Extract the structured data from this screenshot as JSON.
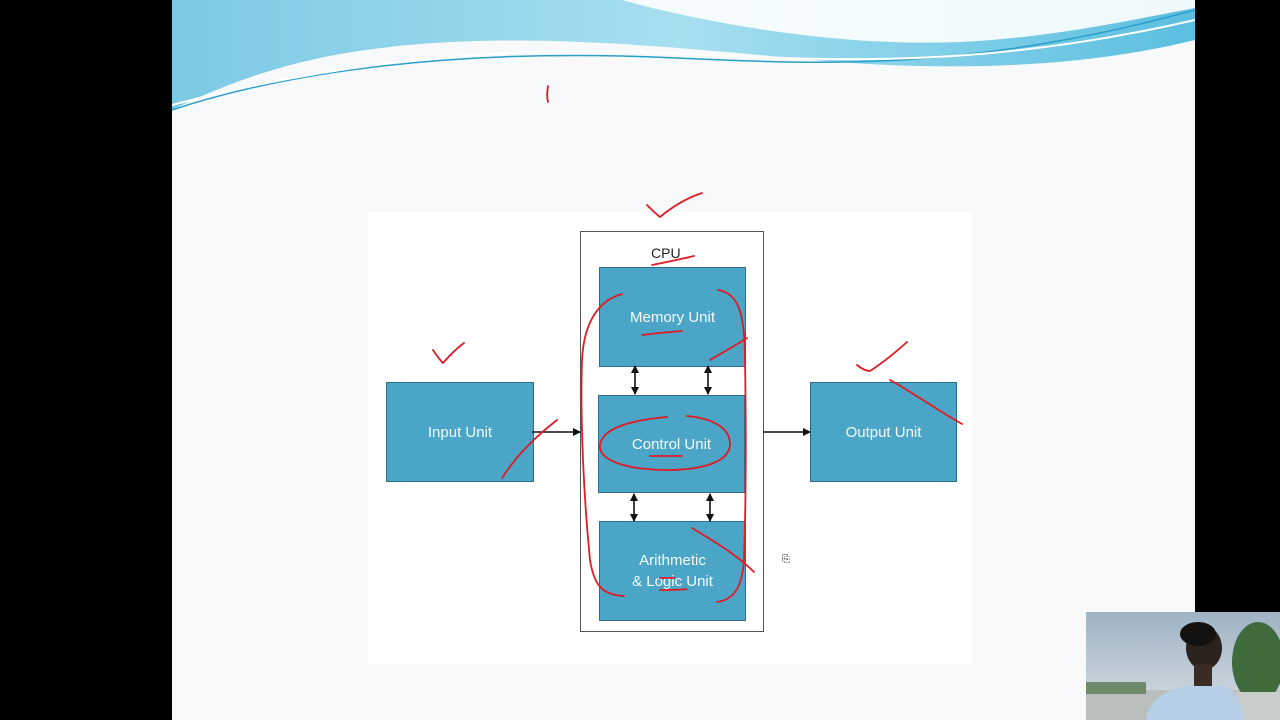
{
  "diagram": {
    "cpu_label": "CPU",
    "input_unit": "Input Unit",
    "output_unit": "Output Unit",
    "memory_unit": "Memory Unit",
    "control_unit": "Control Unit",
    "alu_line1": "Arithmetic",
    "alu_line2": "& Logic Unit"
  },
  "colors": {
    "box_fill": "#4ba5c6",
    "box_border": "#2d6f8a",
    "annotation_ink": "#e01b24",
    "slide_background": "#f7f9fa",
    "wave_blue": "#3fb3d8"
  },
  "icons": {
    "cursor": "pointer-cursor-icon"
  }
}
